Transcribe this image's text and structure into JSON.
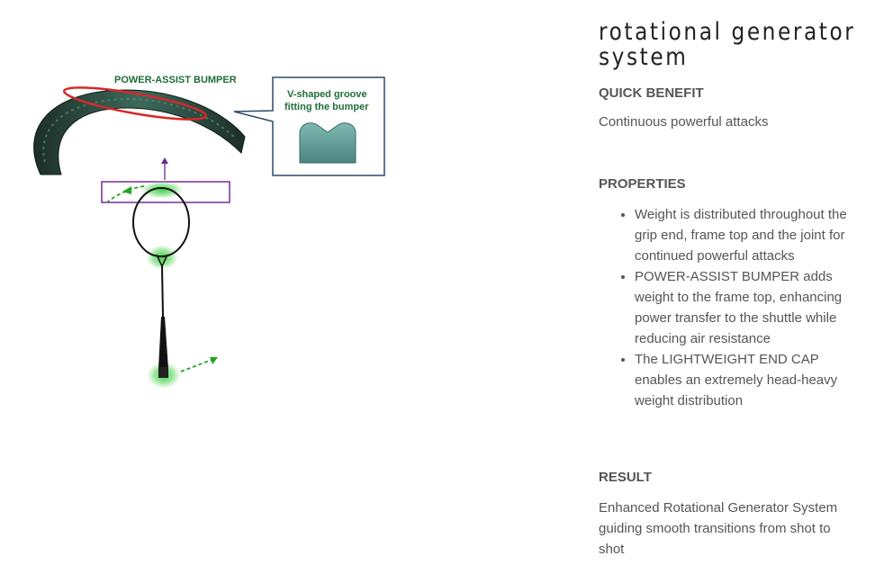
{
  "figure": {
    "bumper_label": "POWER-ASSIST BUMPER",
    "callout_line1": "V-shaped groove",
    "callout_line2": "fitting the bumper"
  },
  "panel": {
    "title_line1": "rotational generator",
    "title_line2": "system",
    "quick_benefit_heading": "QUICK BENEFIT",
    "quick_benefit_text": "Continuous powerful attacks",
    "properties_heading": "PROPERTIES",
    "properties": [
      "Weight is distributed throughout the grip end, frame top and the joint for continued powerful attacks",
      "POWER-ASSIST BUMPER adds weight to the frame top, enhancing power transfer to the shuttle while reducing air resistance",
      "The LIGHTWEIGHT END CAP enables an extremely head-heavy weight distribution"
    ],
    "result_heading": "RESULT",
    "result_text": "Enhanced Rotational Generator System guiding smooth transitions from shot to shot"
  },
  "colors": {
    "bumper_outline": "#d42a2a",
    "frame_dark": "#1f3a32",
    "callout_border": "#2f4a6a",
    "box_purple": "#7a2a9a",
    "glow_green": "#3fcf3f",
    "groove_teal": "#6aa7a0"
  }
}
